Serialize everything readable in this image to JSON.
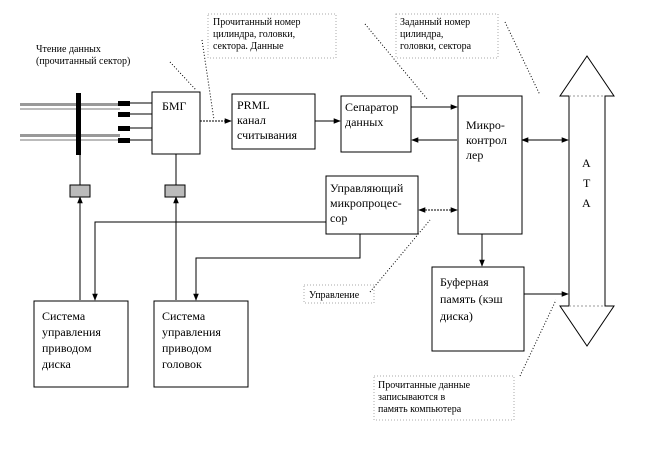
{
  "notes": {
    "read_data": [
      "Чтение данных",
      "(прочитанный сектор)"
    ],
    "read_address": [
      "Прочитанный номер",
      "цилиндра, головки,",
      "сектора. Данные"
    ],
    "target_address": [
      "Заданный номер",
      "цилиндра,",
      "головки, сектора"
    ],
    "control": "Управление",
    "to_memory": [
      "Прочитанные данные",
      "записываются в",
      "память компьютера"
    ]
  },
  "blocks": {
    "bmg": "БМГ",
    "prml": [
      "PRML",
      "канал",
      "считывания"
    ],
    "separator": [
      "Сепаратор",
      "данных"
    ],
    "controller": [
      "Микро-",
      "контрол",
      "лер"
    ],
    "cpu": [
      "Управляющий",
      "микропроцес-",
      "сор"
    ],
    "buffer": [
      "Буферная",
      "память (кэш",
      "диска)"
    ],
    "disk_ctrl": [
      "Система",
      "управления",
      "приводом",
      "диска"
    ],
    "head_ctrl": [
      "Система",
      "управления",
      "приводом",
      "головок"
    ],
    "ata": [
      "А",
      "Т",
      "А"
    ]
  }
}
